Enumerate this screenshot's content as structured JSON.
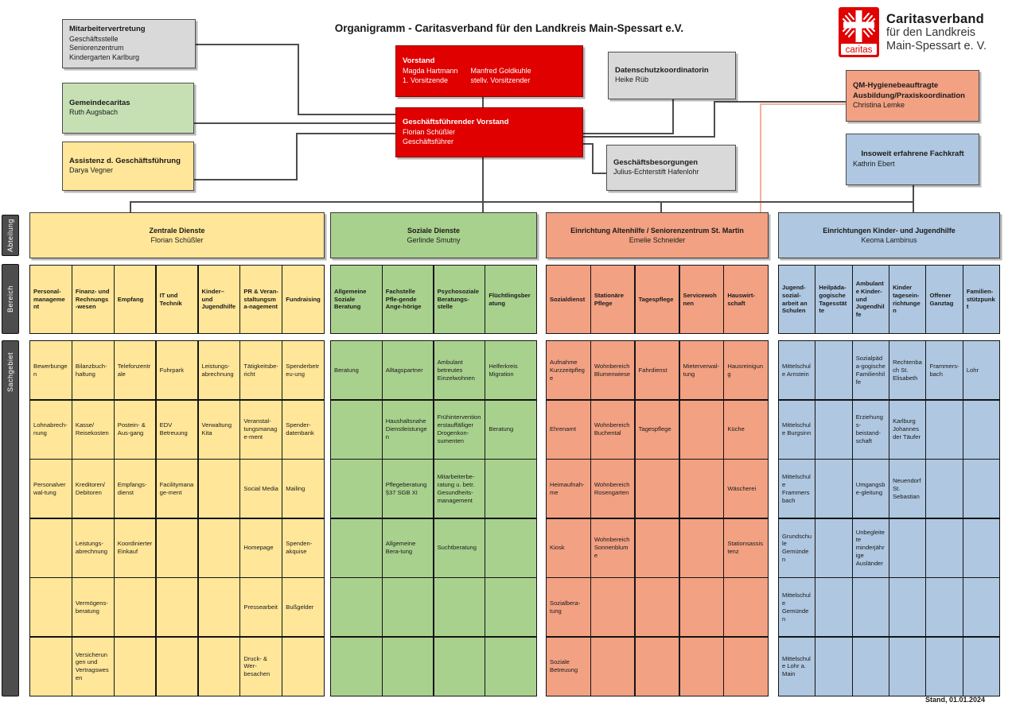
{
  "title": "Organigramm - Caritasverband für den Landkreis Main-Spessart e.V.",
  "stand": "Stand, 01.01.2024",
  "logo": {
    "mark": "caritas",
    "line1": "Caritasverband",
    "line2": "für den Landkreis",
    "line3": "Main-Spessart e. V."
  },
  "side_labels": {
    "abteilung": "Abteilung",
    "bereich": "Bereich",
    "sachgebiet": "Sachgebiet"
  },
  "colors": {
    "red": "#E00000",
    "gray": "#D9D9D9",
    "light_green": "#C6E0B4",
    "yellow": "#FFE699",
    "green": "#A9D18E",
    "salmon": "#F2A183",
    "blue": "#AFC7E0",
    "line": "#4d4d4d",
    "salmon_line": "#F5B09A"
  },
  "top_boxes": {
    "mitarbeitervertretung": {
      "title": "Mitarbeitervertretung",
      "lines": [
        "Geschäftsstelle",
        "Seniorenzentrum",
        "Kindergarten Karlburg"
      ]
    },
    "gemeindecaritas": {
      "title": "Gemeindecaritas",
      "line": "Ruth Augsbach"
    },
    "assistenz": {
      "title": "Assistenz d. Geschäftsführung",
      "line": "Darya Vegner"
    },
    "vorstand": {
      "title": "Vorstand",
      "members": [
        {
          "name": "Magda Hartmann",
          "role": "1. Vorsitzende"
        },
        {
          "name": "Manfred  Goldkuhle",
          "role": "stellv. Vorsitzender"
        }
      ]
    },
    "gf_vorstand": {
      "title": "Geschäftsführender Vorstand",
      "line1": "Florian Schüßler",
      "line2": "Geschäftsführer"
    },
    "datenschutz": {
      "title": "Datenschutzkoordinatorin",
      "line": "Heike Rüb"
    },
    "besorgungen": {
      "title": "Geschäftsbesorgungen",
      "line": "Julius-Echterstift Hafenlohr"
    },
    "qm": {
      "title1": "QM-Hygienebeauftragte",
      "title2": "Ausbildung/Praxiskoordination",
      "line": "Christina Lemke"
    },
    "fachkraft": {
      "title": "Insoweit erfahrene Fachkraft",
      "line": "Kathrin Ebert"
    }
  },
  "departments": [
    {
      "id": "zentrale-dienste",
      "name": "Zentrale Dienste",
      "lead": "Florian Schüßler",
      "color": "#FFE699",
      "bereiche": [
        "Personal-management",
        "Finanz- und Rechnungs-wesen",
        "Empfang",
        "IT und Technik",
        "Kinder– und Jugendhilfe",
        "PR & Veran-staltungsma-nagement",
        "Fundraising"
      ],
      "sachgebiete": [
        [
          "Bewerbungen",
          "Bilanzbuch-haltung",
          "Telefonzentrale",
          "Fuhrpark",
          "Leistungs-abrechnung",
          "Tätigkeitsbe-richt",
          "Spenderbetreu-ung"
        ],
        [
          "Lohnabrech-nung",
          "Kasse/ Reisekosten",
          "Postein- & Aus-gang",
          "EDV Betreuung",
          "Verwaltung Kita",
          "Veranstal-tungsmanage-ment",
          "Spender-datenbank"
        ],
        [
          "Personalverwal-tung",
          "Kreditoren/ Debitoren",
          "Empfangs-dienst",
          "Facilitymanage-ment",
          "",
          "Social Media",
          "Mailing"
        ],
        [
          "",
          "Leistungs-abrechnung",
          "Koordinierter Einkauf",
          "",
          "",
          "Homepage",
          "Spenden-akquise"
        ],
        [
          "",
          "Vermögens-beratung",
          "",
          "",
          "",
          "Pressearbeit",
          "Bußgelder"
        ],
        [
          "",
          "Versicherungen und Vertragswesen",
          "",
          "",
          "",
          "Druck- & Wer-besachen",
          ""
        ]
      ]
    },
    {
      "id": "soziale-dienste",
      "name": "Soziale Dienste",
      "lead": "Gerlinde Smutny",
      "color": "#A9D18E",
      "bereiche": [
        "Allgemeine Soziale Beratung",
        "Fachstelle Pfle-gende Ange-hörige",
        "Psychosoziale Beratungs-stelle",
        "Flüchtlingsberatung"
      ],
      "sachgebiete": [
        [
          "Beratung",
          "Alltagspartner",
          "Ambulant betreutes Einzelwohnen",
          "Helferkreis Migration"
        ],
        [
          "",
          "Haushaltsnahe Dienstleistungen",
          "Frühintervention erstauffälliger Drogenkon-sumenten",
          "Beratung"
        ],
        [
          "",
          "Pflegeberatung\n§37 SGB XI",
          "Mitarbeiterbe-ratung u. betr. Gesundheits-management",
          ""
        ],
        [
          "",
          "Allgemeine Bera-tung",
          "Suchtberatung",
          ""
        ],
        [
          "",
          "",
          "",
          ""
        ],
        [
          "",
          "",
          "",
          ""
        ]
      ]
    },
    {
      "id": "altenhilfe",
      "name": "Einrichtung Altenhilfe / Seniorenzentrum St. Martin",
      "lead": "Emelie Schneider",
      "color": "#F2A183",
      "bereiche": [
        "Sozialdienst",
        "Stationäre Pflege",
        "Tagespflege",
        "Servicewohnen",
        "Hauswirt-schaft"
      ],
      "sachgebiete": [
        [
          "Aufnahme Kurzzeitpflege",
          "Wohnbereich Blumenwiese",
          "Fahrdienst",
          "Mieterverwal-tung",
          "Hausreinigung"
        ],
        [
          "Ehrenamt",
          "Wohnbereich Buchental",
          "Tagespflege",
          "",
          "Küche"
        ],
        [
          "Heimaufnah-me",
          "Wohnbereich Rosengarten",
          "",
          "",
          "Wäscherei"
        ],
        [
          "Kiosk",
          "Wohnbereich Sonnenblume",
          "",
          "",
          "Stationsassistenz"
        ],
        [
          "Sozialbera-tung",
          "",
          "",
          "",
          ""
        ],
        [
          "Soziale Betreuung",
          "",
          "",
          "",
          ""
        ]
      ]
    },
    {
      "id": "kinder-jugendhilfe",
      "name": "Einrichtungen Kinder- und Jugendhilfe",
      "lead": "Keoma Lambinus",
      "color": "#AFC7E0",
      "bereiche": [
        "Jugend-sozial-arbeit an Schulen",
        "Heilpäda-gogische Tagesstätte",
        "Ambulante Kinder- und Jugendhilfe",
        "Kinder tagesein-richtungen",
        "Offener Ganztag",
        "Familien-stützpunkt"
      ],
      "sachgebiete": [
        [
          "Mittelschule Arnstein",
          "",
          "Sozialpäda-gogische Familienhilfe",
          "Rechtenbach St. Elisabeth",
          "Frammers-bach",
          "Lohr"
        ],
        [
          "Mittelschule Burgsinn",
          "",
          "Erziehungs-beistand-schaft",
          "Karlburg Johannes der Täufer",
          "",
          ""
        ],
        [
          "Mittelschule Frammersbach",
          "",
          "Umgangsbe-gleitung",
          "Neuendorf St. Sebastian",
          "",
          ""
        ],
        [
          "Grundschule Gemünden",
          "",
          "Unbegleitete minderjährige Ausländer",
          "",
          "",
          ""
        ],
        [
          "Mittelschule Gemünden",
          "",
          "",
          "",
          "",
          ""
        ],
        [
          "Mittelschule Lohr a. Main",
          "",
          "",
          "",
          "",
          ""
        ]
      ]
    }
  ]
}
